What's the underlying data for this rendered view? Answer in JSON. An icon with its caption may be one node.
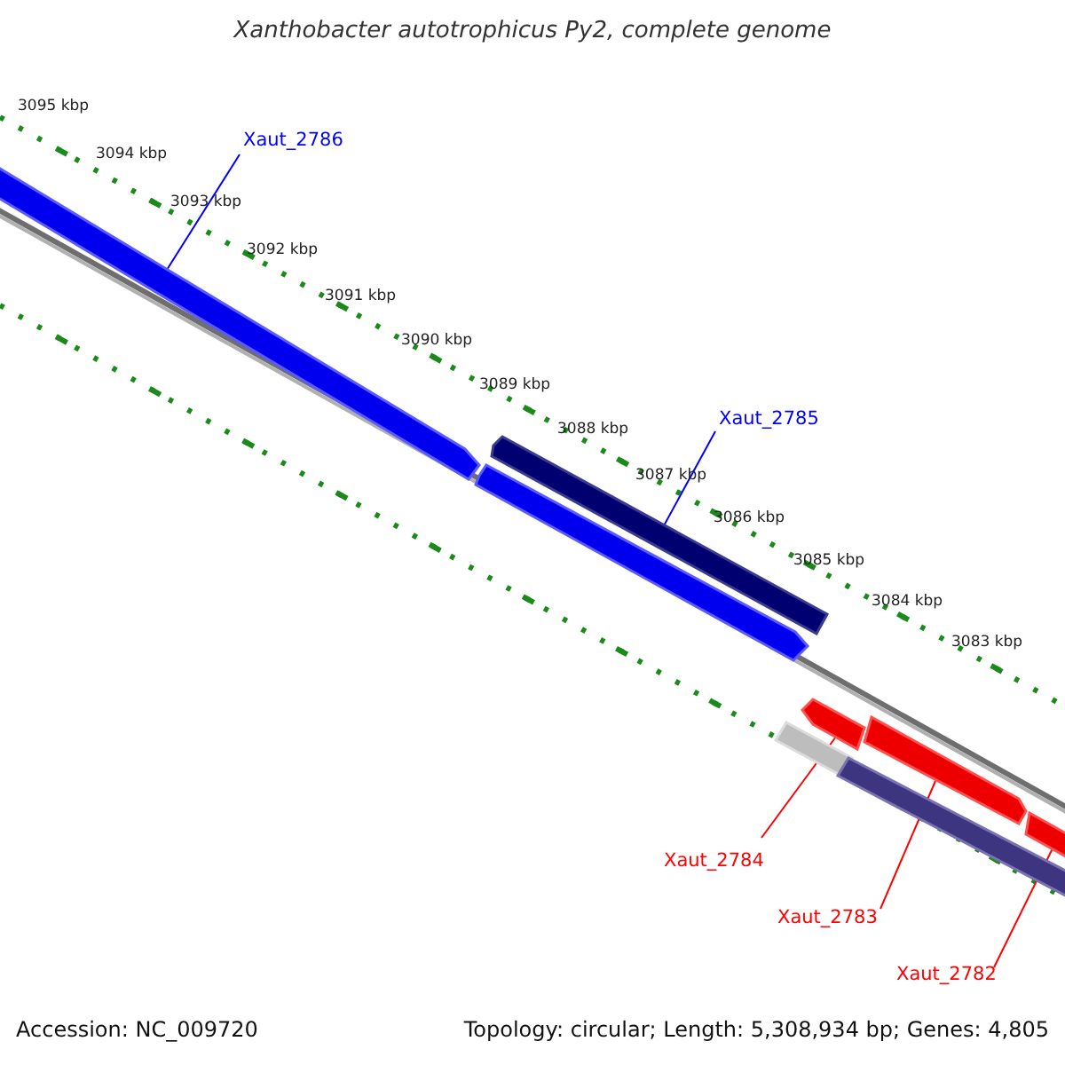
{
  "diagram": {
    "title": "Xanthobacter autotrophicus Py2, complete genome",
    "nodes": [
      {
        "text": [
          "Xaut_2786"
        ]
      },
      {
        "text": [],
        "shape": "bar"
      },
      {
        "text": [
          "Xaut_2785"
        ]
      },
      {
        "text": [],
        "shape": "bar"
      },
      {
        "text": [],
        "shape": "bar"
      },
      {
        "text": [],
        "shape": "bar"
      },
      {
        "text": [],
        "shape": "bar"
      },
      {
        "text": [],
        "shape": "bar"
      },
      {
        "text": [],
        "shape": "bar"
      },
      {
        "text": [],
        "shape": "bar"
      },
      {
        "text": [
          "Xaut_2784"
        ]
      },
      {
        "text": [
          "Xaut_2783"
        ]
      },
      {
        "text": [
          "Xaut_2782"
        ]
      }
    ],
    "edges": [
      {
        "from": 0,
        "to": 1,
        "arrow": "none",
        "color": "#0000ff"
      },
      {
        "from": 2,
        "to": 3,
        "arrow": "none",
        "color": "#0000ff"
      },
      {
        "from": 10,
        "to": 5,
        "arrow": "none"
      },
      {
        "from": 11,
        "to": 7,
        "arrow": "none"
      },
      {
        "from": 12,
        "to": 9,
        "arrow": "none"
      }
    ],
    "labels": [
      "3095 kbp",
      "3094 kbp",
      "3093 kbp",
      "3092 kbp",
      "3091 kbp",
      "3090 kbp",
      "3089 kbp",
      "3088 kbp",
      "3087 kbp",
      "3086 kbp",
      "3085 kbp",
      "3084 kbp",
      "3083 kbp",
      "Accession: NC_009720",
      "Topology: circular; Length: 5,308,934 bp; Genes: 4,805"
    ]
  }
}
